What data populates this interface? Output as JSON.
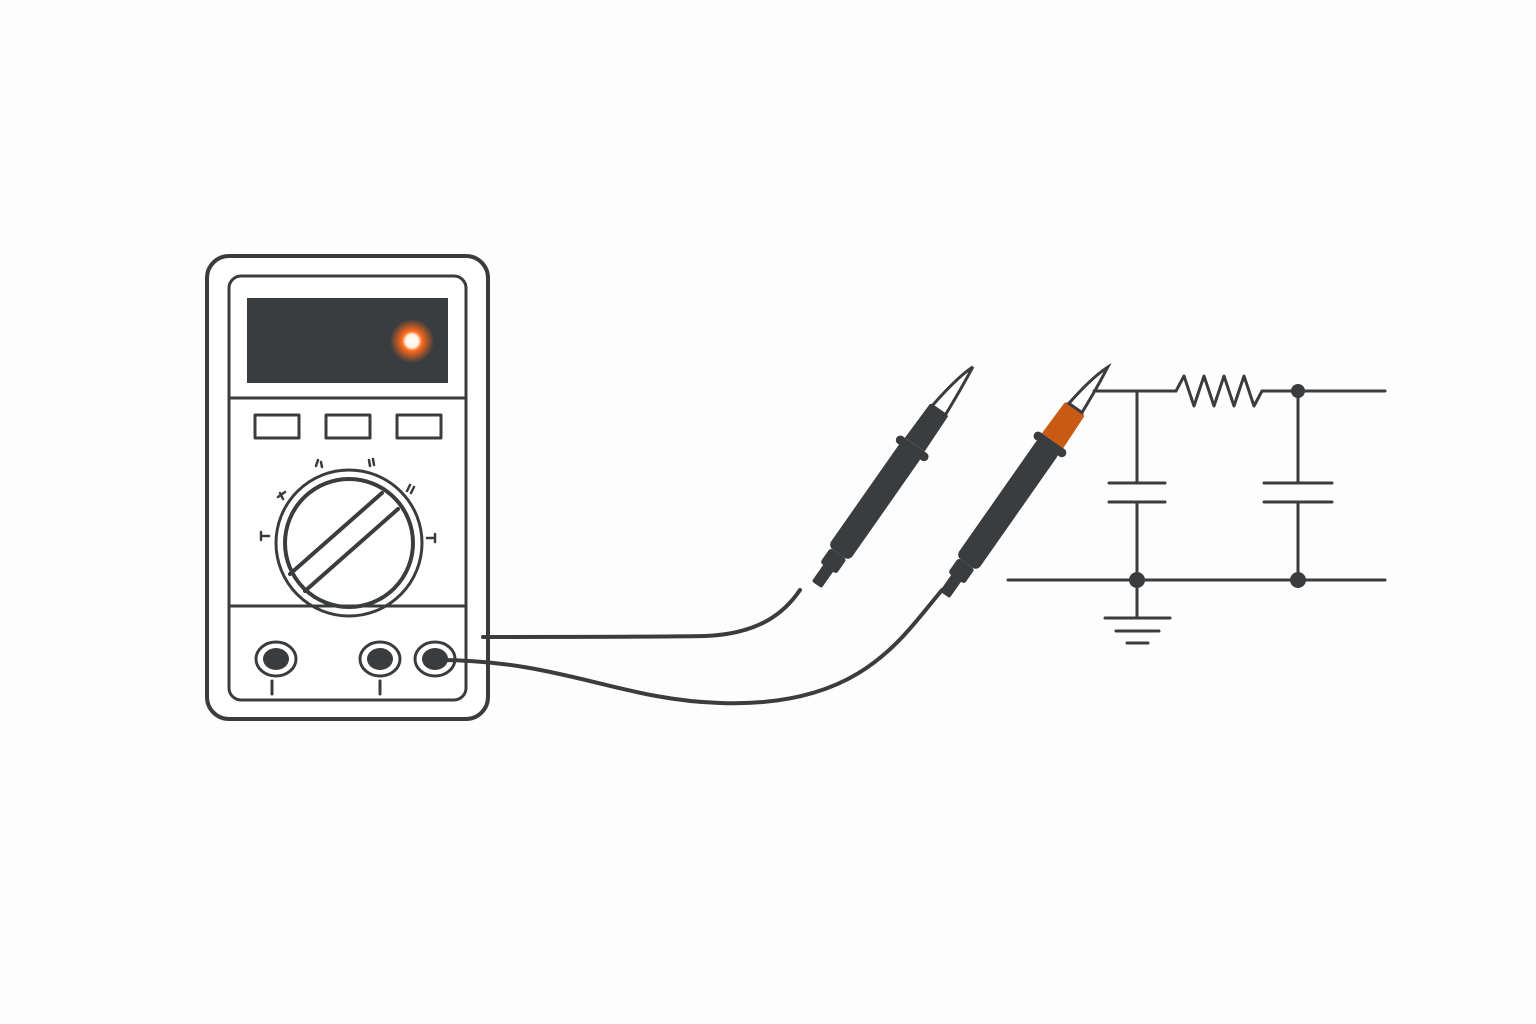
{
  "colors": {
    "background": "#fdfdfd",
    "ink": "#3a3c3e",
    "accent": "#c85a14",
    "glow": "#ff6a1a",
    "display": "#3a3d40"
  },
  "multimeter": {
    "indicator": "orange-led-icon",
    "buttons": 3,
    "dial": "rotary-selector",
    "jacks": 3
  },
  "probes": [
    {
      "name": "black-probe",
      "tip_color": "#3a3c3e"
    },
    {
      "name": "red-probe",
      "tip_color": "#c85a14"
    }
  ],
  "circuit": {
    "components": [
      "resistor",
      "capacitor",
      "capacitor",
      "ground"
    ]
  }
}
